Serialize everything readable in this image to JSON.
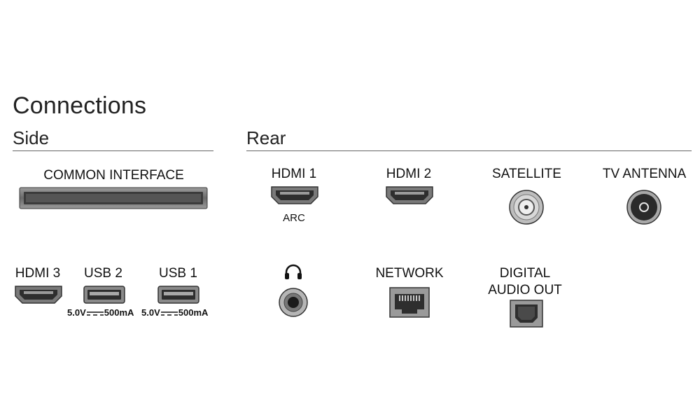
{
  "title": "Connections",
  "sections": {
    "side": "Side",
    "rear": "Rear"
  },
  "ports": {
    "common_interface": "COMMON INTERFACE",
    "hdmi1": "HDMI 1",
    "hdmi1_sub": "ARC",
    "hdmi2": "HDMI 2",
    "satellite": "SATELLITE",
    "tv_antenna": "TV ANTENNA",
    "hdmi3": "HDMI 3",
    "usb2": "USB 2",
    "usb2_spec_v": "5.0V",
    "usb2_spec_a": "500mA",
    "usb1": "USB 1",
    "usb1_spec_v": "5.0V",
    "usb1_spec_a": "500mA",
    "network": "NETWORK",
    "digital_audio_line1": "DIGITAL",
    "digital_audio_line2": "AUDIO OUT"
  }
}
